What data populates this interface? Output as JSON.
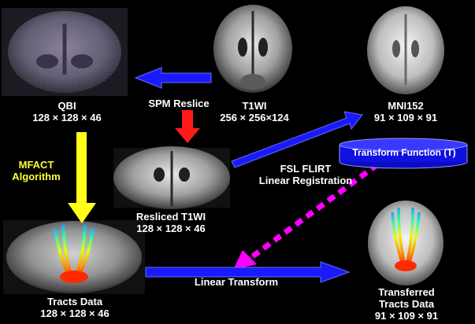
{
  "colors": {
    "background": "#000000",
    "blue_arrow": "#1a1aff",
    "red_arrow": "#ff1a1a",
    "yellow_arrow": "#ffff1a",
    "magenta_dash": "#ff00ff",
    "label_text": "#ffffff",
    "algorithm_text": "#ffff33",
    "transform_badge_fill": "#1010e0"
  },
  "images": {
    "qbi": {
      "name": "QBI",
      "dims": "128 × 128 × 46",
      "icon": "coronal-dti-brain-slice"
    },
    "t1wi": {
      "name": "T1WI",
      "dims": "256 × 256×124",
      "icon": "coronal-t1-brain-slice"
    },
    "mni152": {
      "name": "MNI152",
      "dims": "91 × 109 × 91",
      "icon": "coronal-template-brain-slice"
    },
    "resliced": {
      "name": "Resliced T1WI",
      "dims": "128 × 128 × 46",
      "icon": "coronal-t1-brain-slice"
    },
    "tracts": {
      "name": "Tracts Data",
      "dims": "128 × 128 × 46",
      "icon": "fiber-tracts-overlay"
    },
    "transferred": {
      "name_line1": "Transferred",
      "name_line2": "Tracts Data",
      "dims": "91 × 109 × 91",
      "icon": "fiber-tracts-overlay"
    }
  },
  "steps": {
    "spm_reslice": "SPM Reslice",
    "mfact_line1": "MFACT",
    "mfact_line2": "Algorithm",
    "flirt_line1": "FSL FLIRT",
    "flirt_line2": "Linear Registration",
    "transform_function": "Transform Function (T)",
    "linear_transform": "Linear Transform"
  }
}
